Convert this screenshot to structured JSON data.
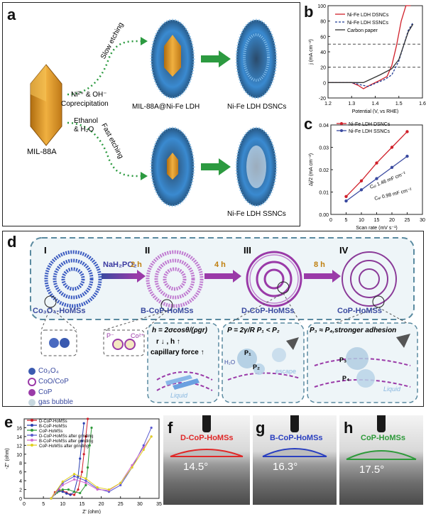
{
  "panel_labels": {
    "a": "a",
    "b": "b",
    "c": "c",
    "d": "d",
    "e": "e",
    "f": "f",
    "g": "g",
    "h": "h"
  },
  "panel_a": {
    "mil88a": "MIL-88A",
    "reagents": "Ni²⁺ & OH⁻",
    "coprecipitation": "Coprecipitation",
    "ethanol": "Ethanol",
    "water": "& H₂O",
    "slow": "Slow etching",
    "fast": "Fast etching",
    "intermediate": "MIL-88A@Ni-Fe LDH",
    "dsncs": "Ni-Fe LDH DSNCs",
    "ssncs": "Ni-Fe LDH SSNCs"
  },
  "panel_d": {
    "stages": [
      "I",
      "II",
      "III",
      "IV"
    ],
    "reagent": "NaH₂PO₂",
    "times": [
      "2 h",
      "4 h",
      "8 h"
    ],
    "names": [
      "Co₃O₄-HoMSs",
      "B-CoP-HoMSs",
      "D-CoP-HoMSs",
      "CoP-HoMSs"
    ],
    "legend": [
      "Co₃O₄",
      "CoO/CoP",
      "CoP",
      "gas bubble"
    ],
    "p_ion": "P⁻",
    "co_ion": "Co²⁺",
    "eq1": "h = 2σcosθ/(ρgr)",
    "eq1_sub": "r ↓ ,     h ↑",
    "eq1_cap": "capillary force ↑",
    "eq2": "P = 2γ/R    P₁ < P₂",
    "eq3": "P₃ ≈ P₄,stronger adhesion",
    "liquid": "Liquid",
    "h2o": "H₂O",
    "escape": "escape",
    "p_labels": [
      "P₁",
      "P₂",
      "P₃",
      "P₄"
    ]
  },
  "panel_f": {
    "label": "D-CoP-HoMSs",
    "angle": "14.5°"
  },
  "panel_g": {
    "label": "B-CoP-HoMSs",
    "angle": "16.3°"
  },
  "panel_h": {
    "label": "CoP-HoMSs",
    "angle": "17.5°"
  },
  "chart_data": [
    {
      "type": "line",
      "panel": "b",
      "xlabel": "Potential (V, vs RHE)",
      "ylabel": "j (mA cm⁻²)",
      "xlim": [
        1.2,
        1.6
      ],
      "ylim": [
        -20,
        100
      ],
      "xticks": [
        "1.2",
        "1.3",
        "1.4",
        "1.5",
        "1.6"
      ],
      "yticks": [
        "-20",
        "0",
        "20",
        "40",
        "60",
        "80",
        "100"
      ],
      "legend_position": "top-right",
      "reference_lines": [
        20,
        50
      ],
      "series": [
        {
          "name": "Ni-Fe LDH DSNCs",
          "color": "#d0202a",
          "style": "solid",
          "x": [
            1.2,
            1.3,
            1.33,
            1.35,
            1.38,
            1.42,
            1.45,
            1.47,
            1.49,
            1.51,
            1.53,
            1.55
          ],
          "y": [
            0,
            0,
            -4,
            -8,
            -3,
            3,
            8,
            22,
            48,
            80,
            100,
            100
          ]
        },
        {
          "name": "Ni-Fe LDH SSNCs",
          "color": "#1f3a93",
          "style": "dashed",
          "x": [
            1.2,
            1.3,
            1.34,
            1.37,
            1.4,
            1.44,
            1.47,
            1.5,
            1.52,
            1.54,
            1.56
          ],
          "y": [
            0,
            0,
            -3,
            -5,
            -1,
            4,
            10,
            28,
            48,
            68,
            78
          ]
        },
        {
          "name": "Carbon paper",
          "color": "#333333",
          "style": "solid",
          "x": [
            1.2,
            1.3,
            1.35,
            1.42,
            1.47,
            1.5,
            1.52,
            1.54,
            1.56
          ],
          "y": [
            0,
            0,
            0,
            10,
            18,
            30,
            48,
            66,
            76
          ]
        }
      ]
    },
    {
      "type": "line",
      "panel": "c",
      "xlabel": "Scan rate (mV s⁻¹)",
      "ylabel": "Δj/2 (mA cm⁻²)",
      "xlim": [
        0,
        30
      ],
      "ylim": [
        0,
        0.04
      ],
      "xticks": [
        "0",
        "5",
        "10",
        "15",
        "20",
        "25",
        "30"
      ],
      "yticks": [
        "0.00",
        "0.01",
        "0.02",
        "0.03",
        "0.04"
      ],
      "legend_position": "top-left",
      "annotations": [
        "Cₑₗ 1.46 mF cm⁻²",
        "Cₑₗ 0.98 mF cm⁻²"
      ],
      "series": [
        {
          "name": "Ni-Fe LDH DSNCs",
          "color": "#d0202a",
          "x": [
            5,
            10,
            15,
            20,
            25
          ],
          "y": [
            0.008,
            0.015,
            0.023,
            0.03,
            0.037
          ]
        },
        {
          "name": "Ni-Fe LDH SSNCs",
          "color": "#3a4aa0",
          "x": [
            5,
            10,
            15,
            20,
            25
          ],
          "y": [
            0.006,
            0.011,
            0.016,
            0.021,
            0.026
          ]
        }
      ]
    },
    {
      "type": "scatter",
      "panel": "e",
      "xlabel": "Z' (ohm)",
      "ylabel": "-Z'' (ohm)",
      "xlim": [
        0,
        35
      ],
      "ylim": [
        0,
        18
      ],
      "xticks": [
        "0",
        "5",
        "10",
        "15",
        "20",
        "25",
        "30",
        "35"
      ],
      "yticks": [
        "0",
        "2",
        "4",
        "6",
        "8",
        "10",
        "12",
        "14",
        "16"
      ],
      "legend_position": "top-left",
      "series": [
        {
          "name": "D-CoP-HoMSs",
          "color": "#d0202a",
          "x": [
            7,
            8,
            9,
            10,
            11,
            12,
            13,
            14,
            15,
            15.5,
            16,
            16.5
          ],
          "y": [
            0,
            1.4,
            2,
            1.8,
            1.3,
            0.9,
            0.8,
            2,
            6,
            10,
            14,
            18
          ]
        },
        {
          "name": "B-CoP-HoMSs",
          "color": "#2a3fb0",
          "x": [
            7,
            8,
            9,
            10,
            11,
            12,
            13,
            14,
            14.5,
            15,
            15.5
          ],
          "y": [
            0,
            1,
            1.6,
            1.5,
            1.1,
            0.8,
            1.5,
            5,
            9,
            13,
            17
          ]
        },
        {
          "name": "CoP-HoMSs",
          "color": "#2e9a3a",
          "x": [
            7,
            8.5,
            10,
            11.5,
            13,
            14.5,
            16,
            16.5,
            17,
            17.5
          ],
          "y": [
            0,
            1.3,
            2,
            2,
            1.5,
            1.2,
            3,
            7,
            12,
            16
          ]
        },
        {
          "name": "D-CoP-HoMSs after grinding",
          "color": "#5a5ad0",
          "x": [
            7,
            10,
            13,
            16,
            19,
            22,
            25,
            28,
            31,
            33
          ],
          "y": [
            0,
            3.5,
            5,
            4,
            2.2,
            1.5,
            3,
            7,
            12,
            16
          ]
        },
        {
          "name": "B-CoP-HoMSs after grinding",
          "color": "#d06ad0",
          "x": [
            7,
            10,
            13,
            16,
            19,
            22,
            25,
            28,
            31,
            33
          ],
          "y": [
            0,
            3,
            4.3,
            3.5,
            2,
            1.8,
            3.5,
            7.5,
            11.5,
            14
          ]
        },
        {
          "name": "CoP-HoMSs after grinding",
          "color": "#e0d020",
          "x": [
            7,
            10,
            13,
            16,
            19,
            22,
            25,
            28,
            31,
            33
          ],
          "y": [
            0,
            3.8,
            5.5,
            4.5,
            2.5,
            2,
            3.5,
            7,
            11,
            14
          ]
        }
      ]
    }
  ]
}
